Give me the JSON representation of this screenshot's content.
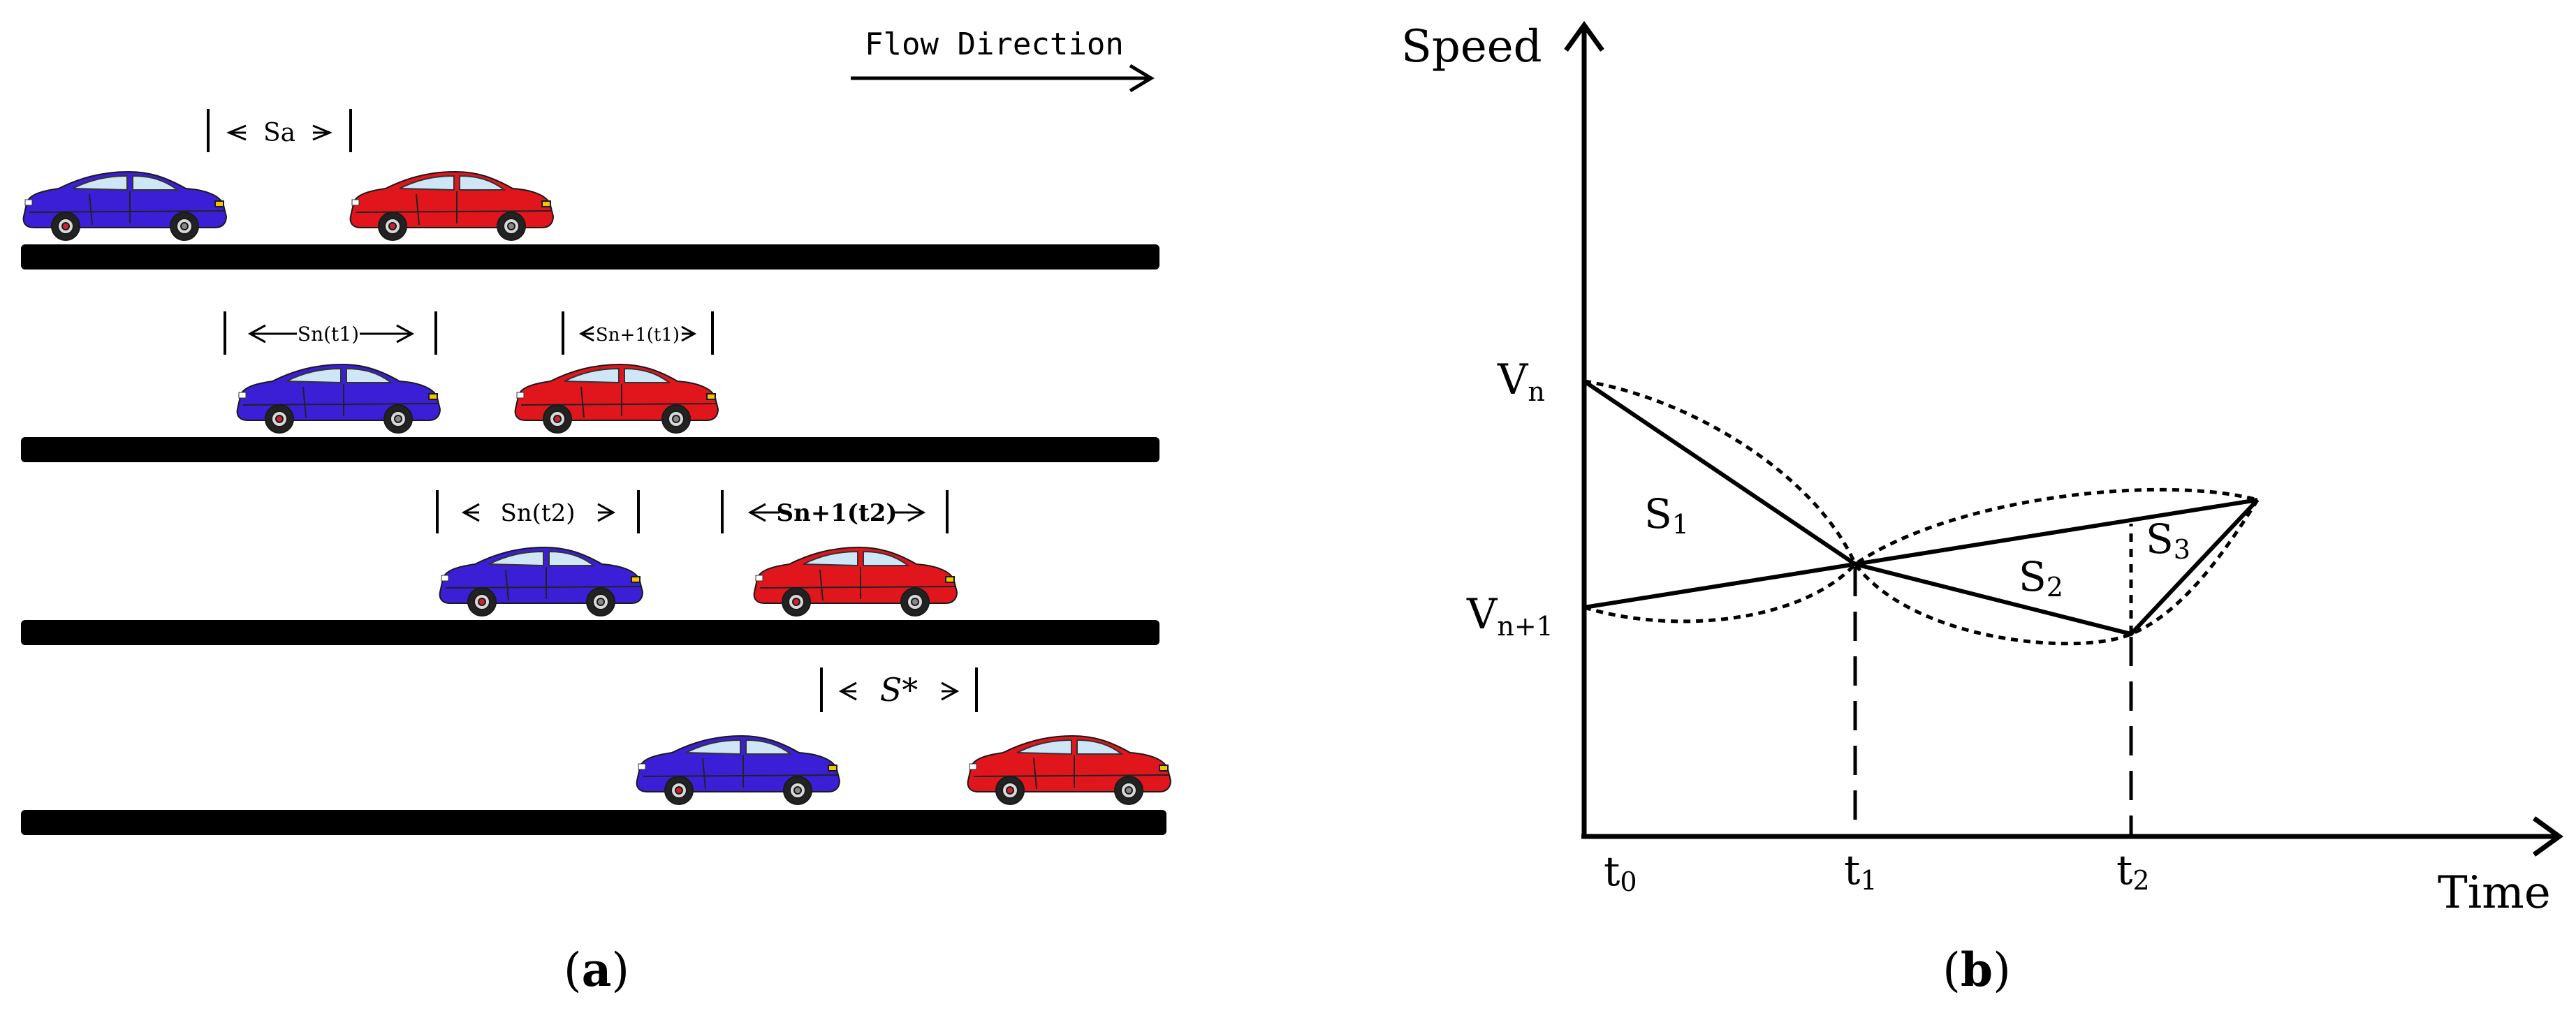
{
  "panel_a": {
    "label_open": "(",
    "label_letter": "a",
    "label_close": ")",
    "flow_label": "Flow Direction",
    "gaps": {
      "row1": "Sa",
      "row2_follower": "Sn(t1)",
      "row2_leader": "Sn+1(t1)",
      "row3_follower": "Sn(t2)",
      "row3_leader": "Sn+1(t2)",
      "row4": "S*"
    },
    "colors": {
      "follower_car": "#3a1fd6",
      "leader_car": "#e0161c",
      "road": "#000000"
    }
  },
  "panel_b": {
    "label_open": "(",
    "label_letter": "b",
    "label_close": ")",
    "y_axis_label": "Speed",
    "x_axis_label": "Time",
    "y_ticks": {
      "vn": "Vn",
      "vn1": "Vn+1"
    },
    "x_ticks": {
      "t0": "t0",
      "t1": "t1",
      "t2": "t2"
    },
    "areas": {
      "s1": "S1",
      "s2": "S2",
      "s3": "S3"
    }
  }
}
